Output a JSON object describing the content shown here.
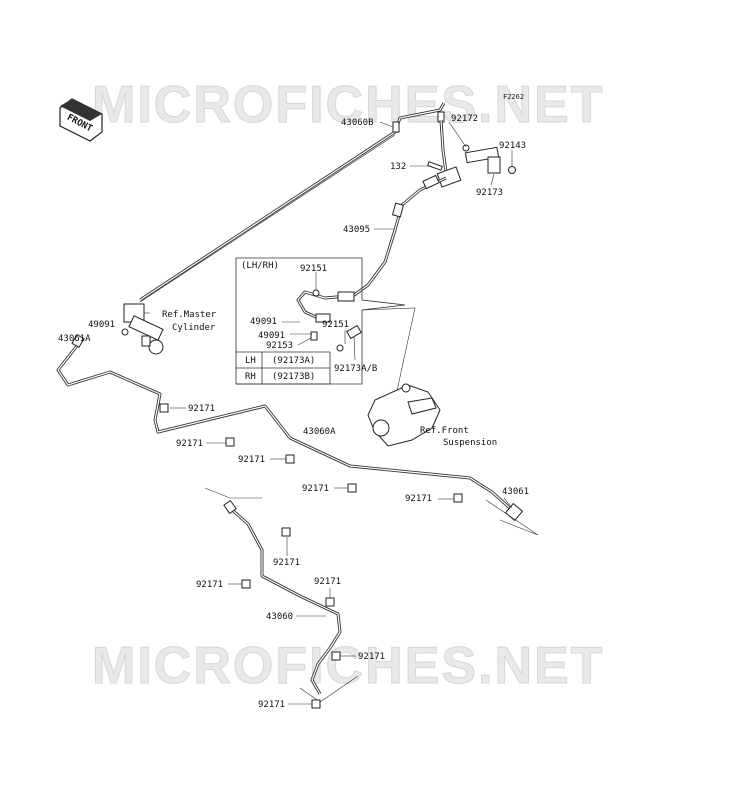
{
  "figure_code": "F2262",
  "watermarks": [
    "MICROFICHES.NET",
    "MICROFICHES.NET"
  ],
  "front_arrow_label": "FRONT",
  "labels": {
    "p43060B": "43060B",
    "p92172": "92172",
    "p92143": "92143",
    "p132": "132",
    "p92173": "92173",
    "p43095": "43095",
    "lhrh": "(LH/RH)",
    "p92151a": "92151",
    "p49091b": "49091",
    "p49091c": "49091",
    "p92153": "92153",
    "p92151b": "92151",
    "p92173AB": "92173A/B",
    "ref_master_1": "Ref.Master",
    "ref_master_2": "Cylinder",
    "p49091a": "49091",
    "p43061A": "43061A",
    "ref_front_1": "Ref.Front",
    "ref_front_2": "Suspension",
    "p92171_1": "92171",
    "p92171_2": "92171",
    "p43060A": "43060A",
    "p92171_3": "92171",
    "p92171_4": "92171",
    "p92171_5": "92171",
    "p43061": "43061",
    "p92171_6": "92171",
    "p92171_7": "92171",
    "p92171_8": "92171",
    "p43060": "43060",
    "p92171_9": "92171",
    "p92171_10": "92171"
  },
  "variant_table": [
    {
      "side": "LH",
      "part": "(92173A)"
    },
    {
      "side": "RH",
      "part": "(92173B)"
    }
  ]
}
